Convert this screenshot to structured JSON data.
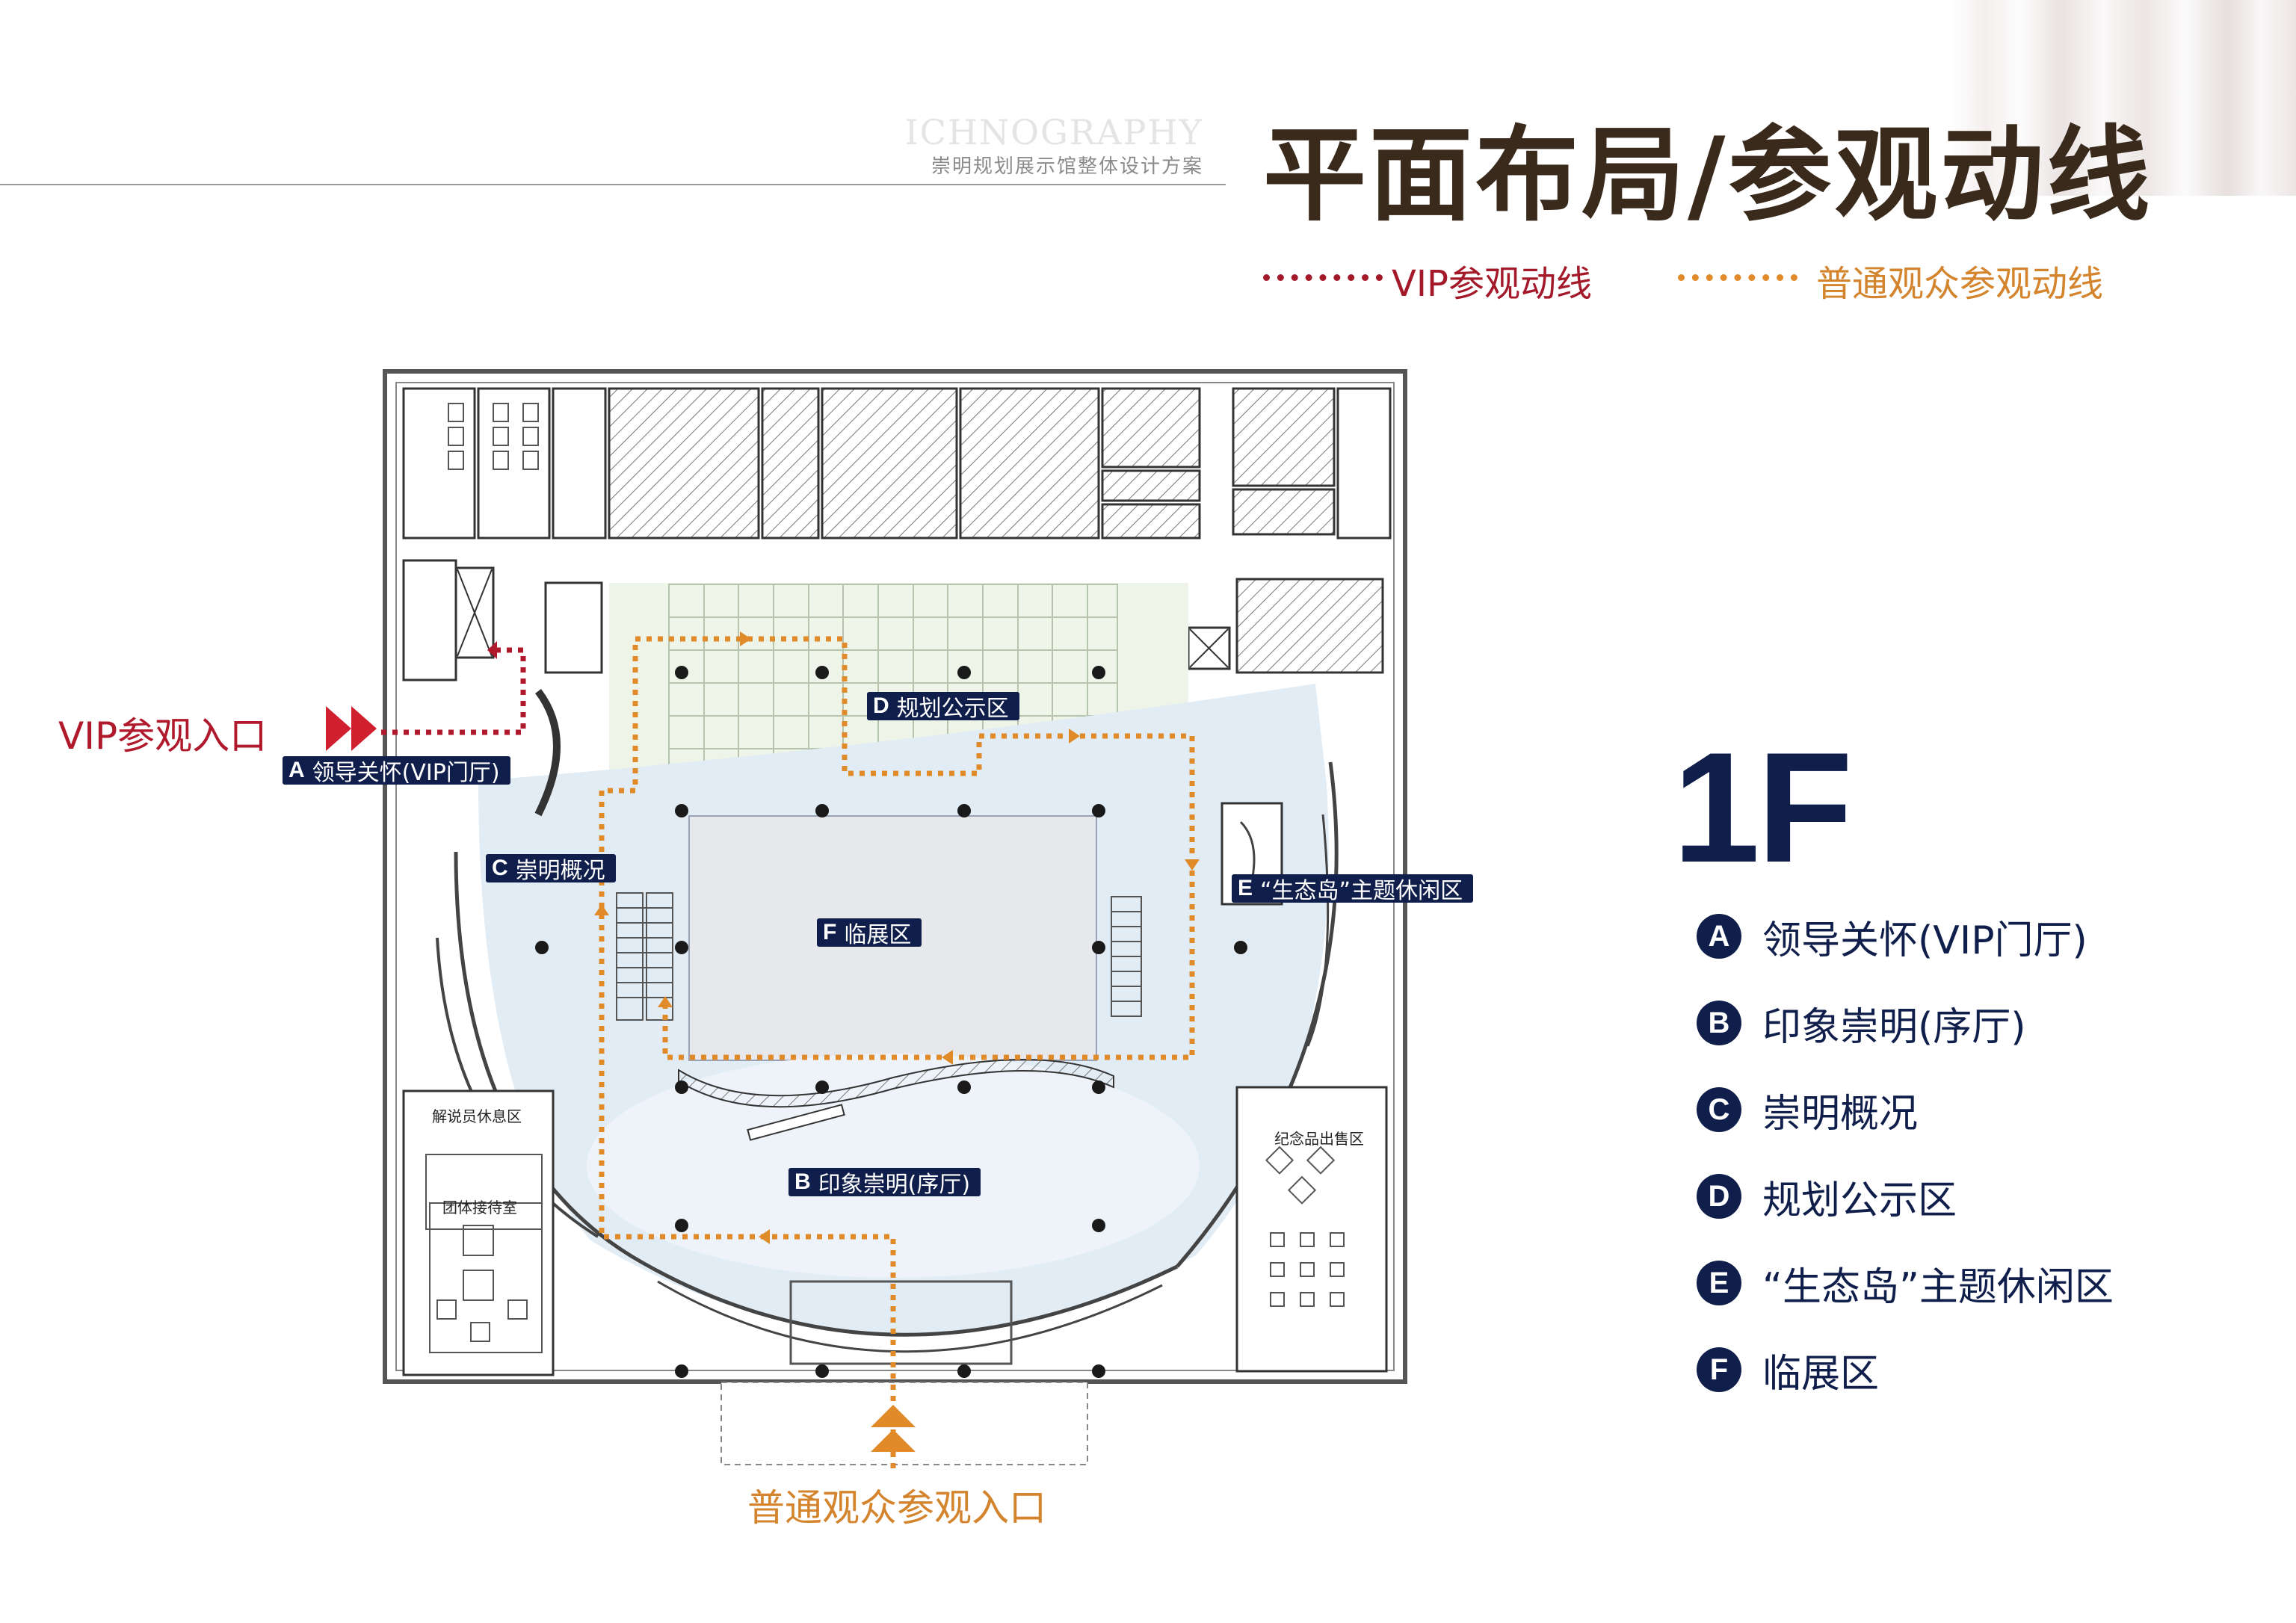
{
  "header": {
    "watermark": "ICHNOGRAPHY",
    "subtitle": "崇明规划展示馆整体设计方案",
    "title": "平面布局/参观动线"
  },
  "legend": {
    "vip_label": "VIP参观动线",
    "general_label": "普通观众参观动线",
    "vip_color": "#a3192a",
    "general_color": "#e08a2a"
  },
  "floor": "1F",
  "entrances": {
    "vip": "VIP参观入口",
    "general": "普通观众参观入口"
  },
  "zone_tags": {
    "a": {
      "letter": "A",
      "name": "领导关怀(VIP门厅)"
    },
    "b": {
      "letter": "B",
      "name": "印象崇明(序厅)"
    },
    "c": {
      "letter": "C",
      "name": "崇明概况"
    },
    "d": {
      "letter": "D",
      "name": "规划公示区"
    },
    "e": {
      "letter": "E",
      "name": "“生态岛”主题休闲区"
    },
    "f": {
      "letter": "F",
      "name": "临展区"
    }
  },
  "rooms": {
    "guide_lounge": "解说员休息区",
    "group_reception": "团体接待室",
    "souvenir_sales": "纪念品出售区"
  },
  "key": [
    {
      "letter": "A",
      "name": "领导关怀(VIP门厅)"
    },
    {
      "letter": "B",
      "name": "印象崇明(序厅)"
    },
    {
      "letter": "C",
      "name": "崇明概况"
    },
    {
      "letter": "D",
      "name": "规划公示区"
    },
    {
      "letter": "E",
      "name": "“生态岛”主题休闲区"
    },
    {
      "letter": "F",
      "name": "临展区"
    }
  ]
}
